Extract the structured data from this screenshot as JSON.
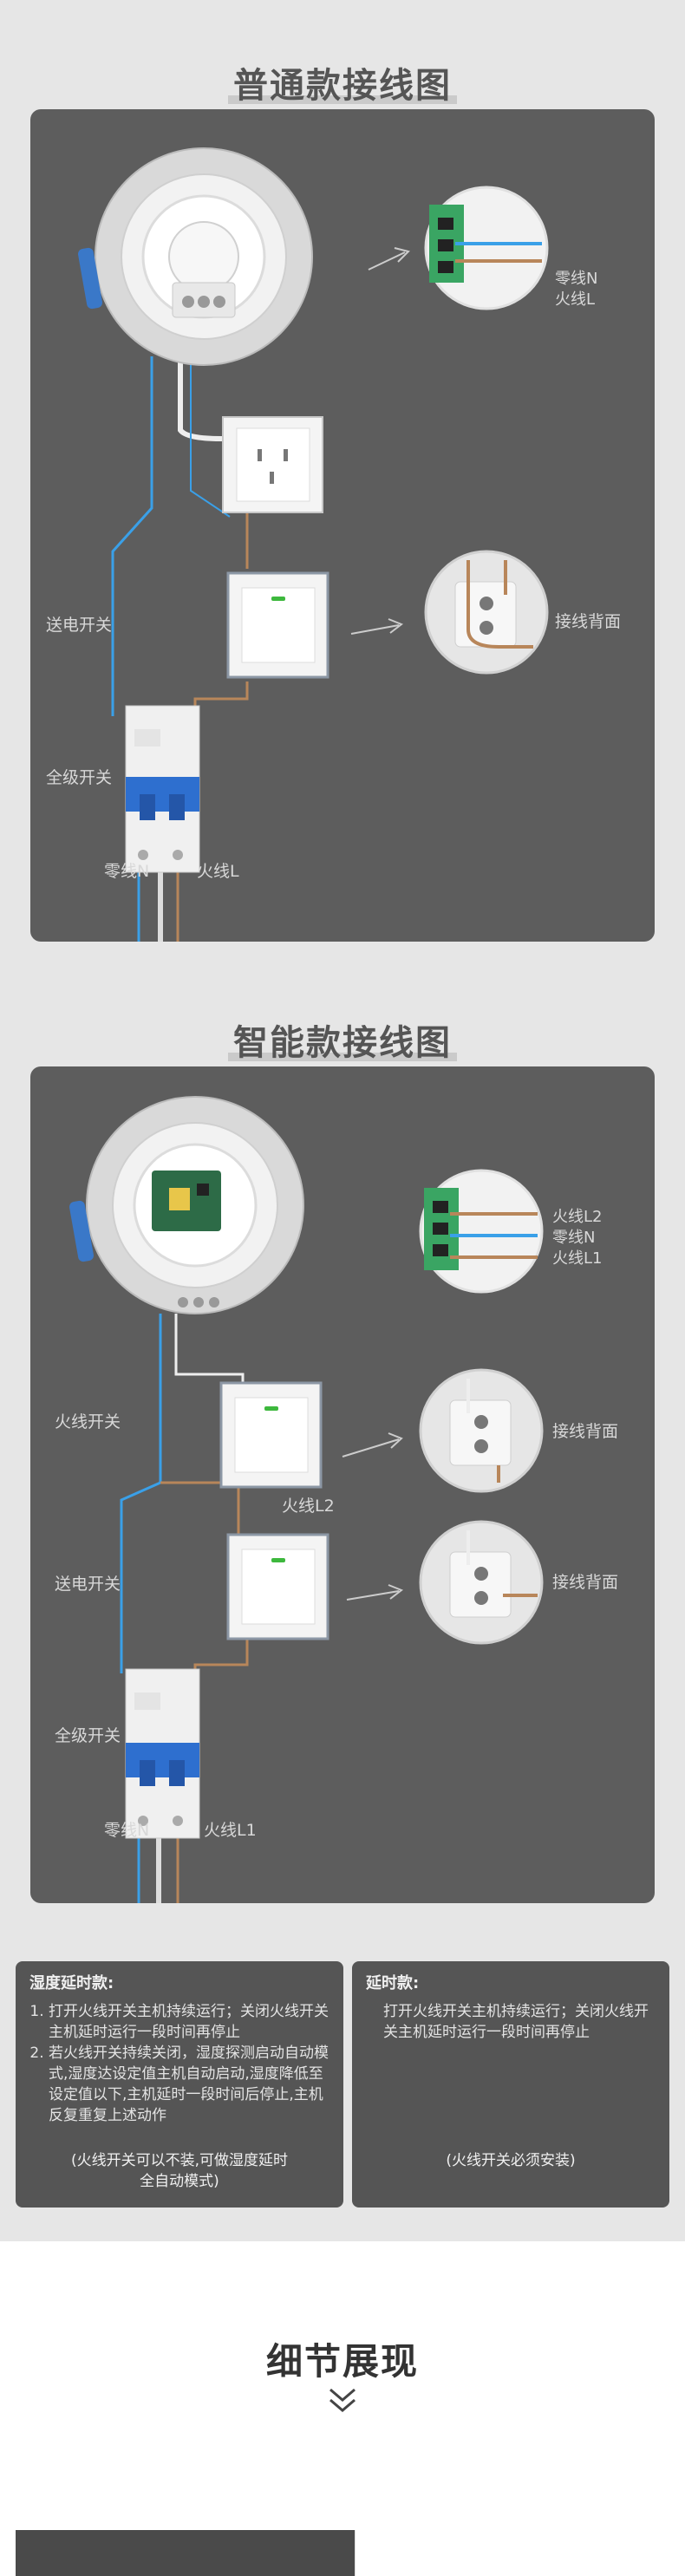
{
  "normal": {
    "title": "普通款接线图",
    "neutral_label": "零线N",
    "live_label": "火线L",
    "power_switch": "送电开关",
    "back_label": "接线背面",
    "main_breaker": "全级开关",
    "bottom_neutral": "零线N",
    "bottom_live": "火线L"
  },
  "smart": {
    "title": "智能款接线图",
    "terminal_l2": "火线L2",
    "terminal_n": "零线N",
    "terminal_l1": "火线L1",
    "live_switch": "火线开关",
    "back1": "接线背面",
    "mid_l2": "火线L2",
    "power_switch": "送电开关",
    "back2": "接线背面",
    "main_breaker": "全级开关",
    "bottom_neutral": "零线N",
    "bottom_live": "火线L1"
  },
  "notes": {
    "humidity": {
      "title": "湿度延时款:",
      "items": [
        "打开火线开关主机持续运行；关闭火线开关主机延时运行一段时间再停止",
        "若火线开关持续关闭，湿度探测启动自动模式,湿度达设定值主机自动启动,湿度降低至设定值以下,主机延时一段时间后停止,主机反复重复上述动作"
      ],
      "footer": "(火线开关可以不装,可做湿度延时全自动模式)"
    },
    "delay": {
      "title": "延时款:",
      "text": "打开火线开关主机持续运行；关闭火线开关主机延时运行一段时间再停止",
      "footer": "(火线开关必须安装)"
    }
  },
  "detail": {
    "title": "细节展现"
  },
  "colors": {
    "panel": "#5d5d5d",
    "wire_blue": "#3aa0e8",
    "wire_brown": "#b8865a",
    "breaker_blue": "#2e6fcf"
  }
}
